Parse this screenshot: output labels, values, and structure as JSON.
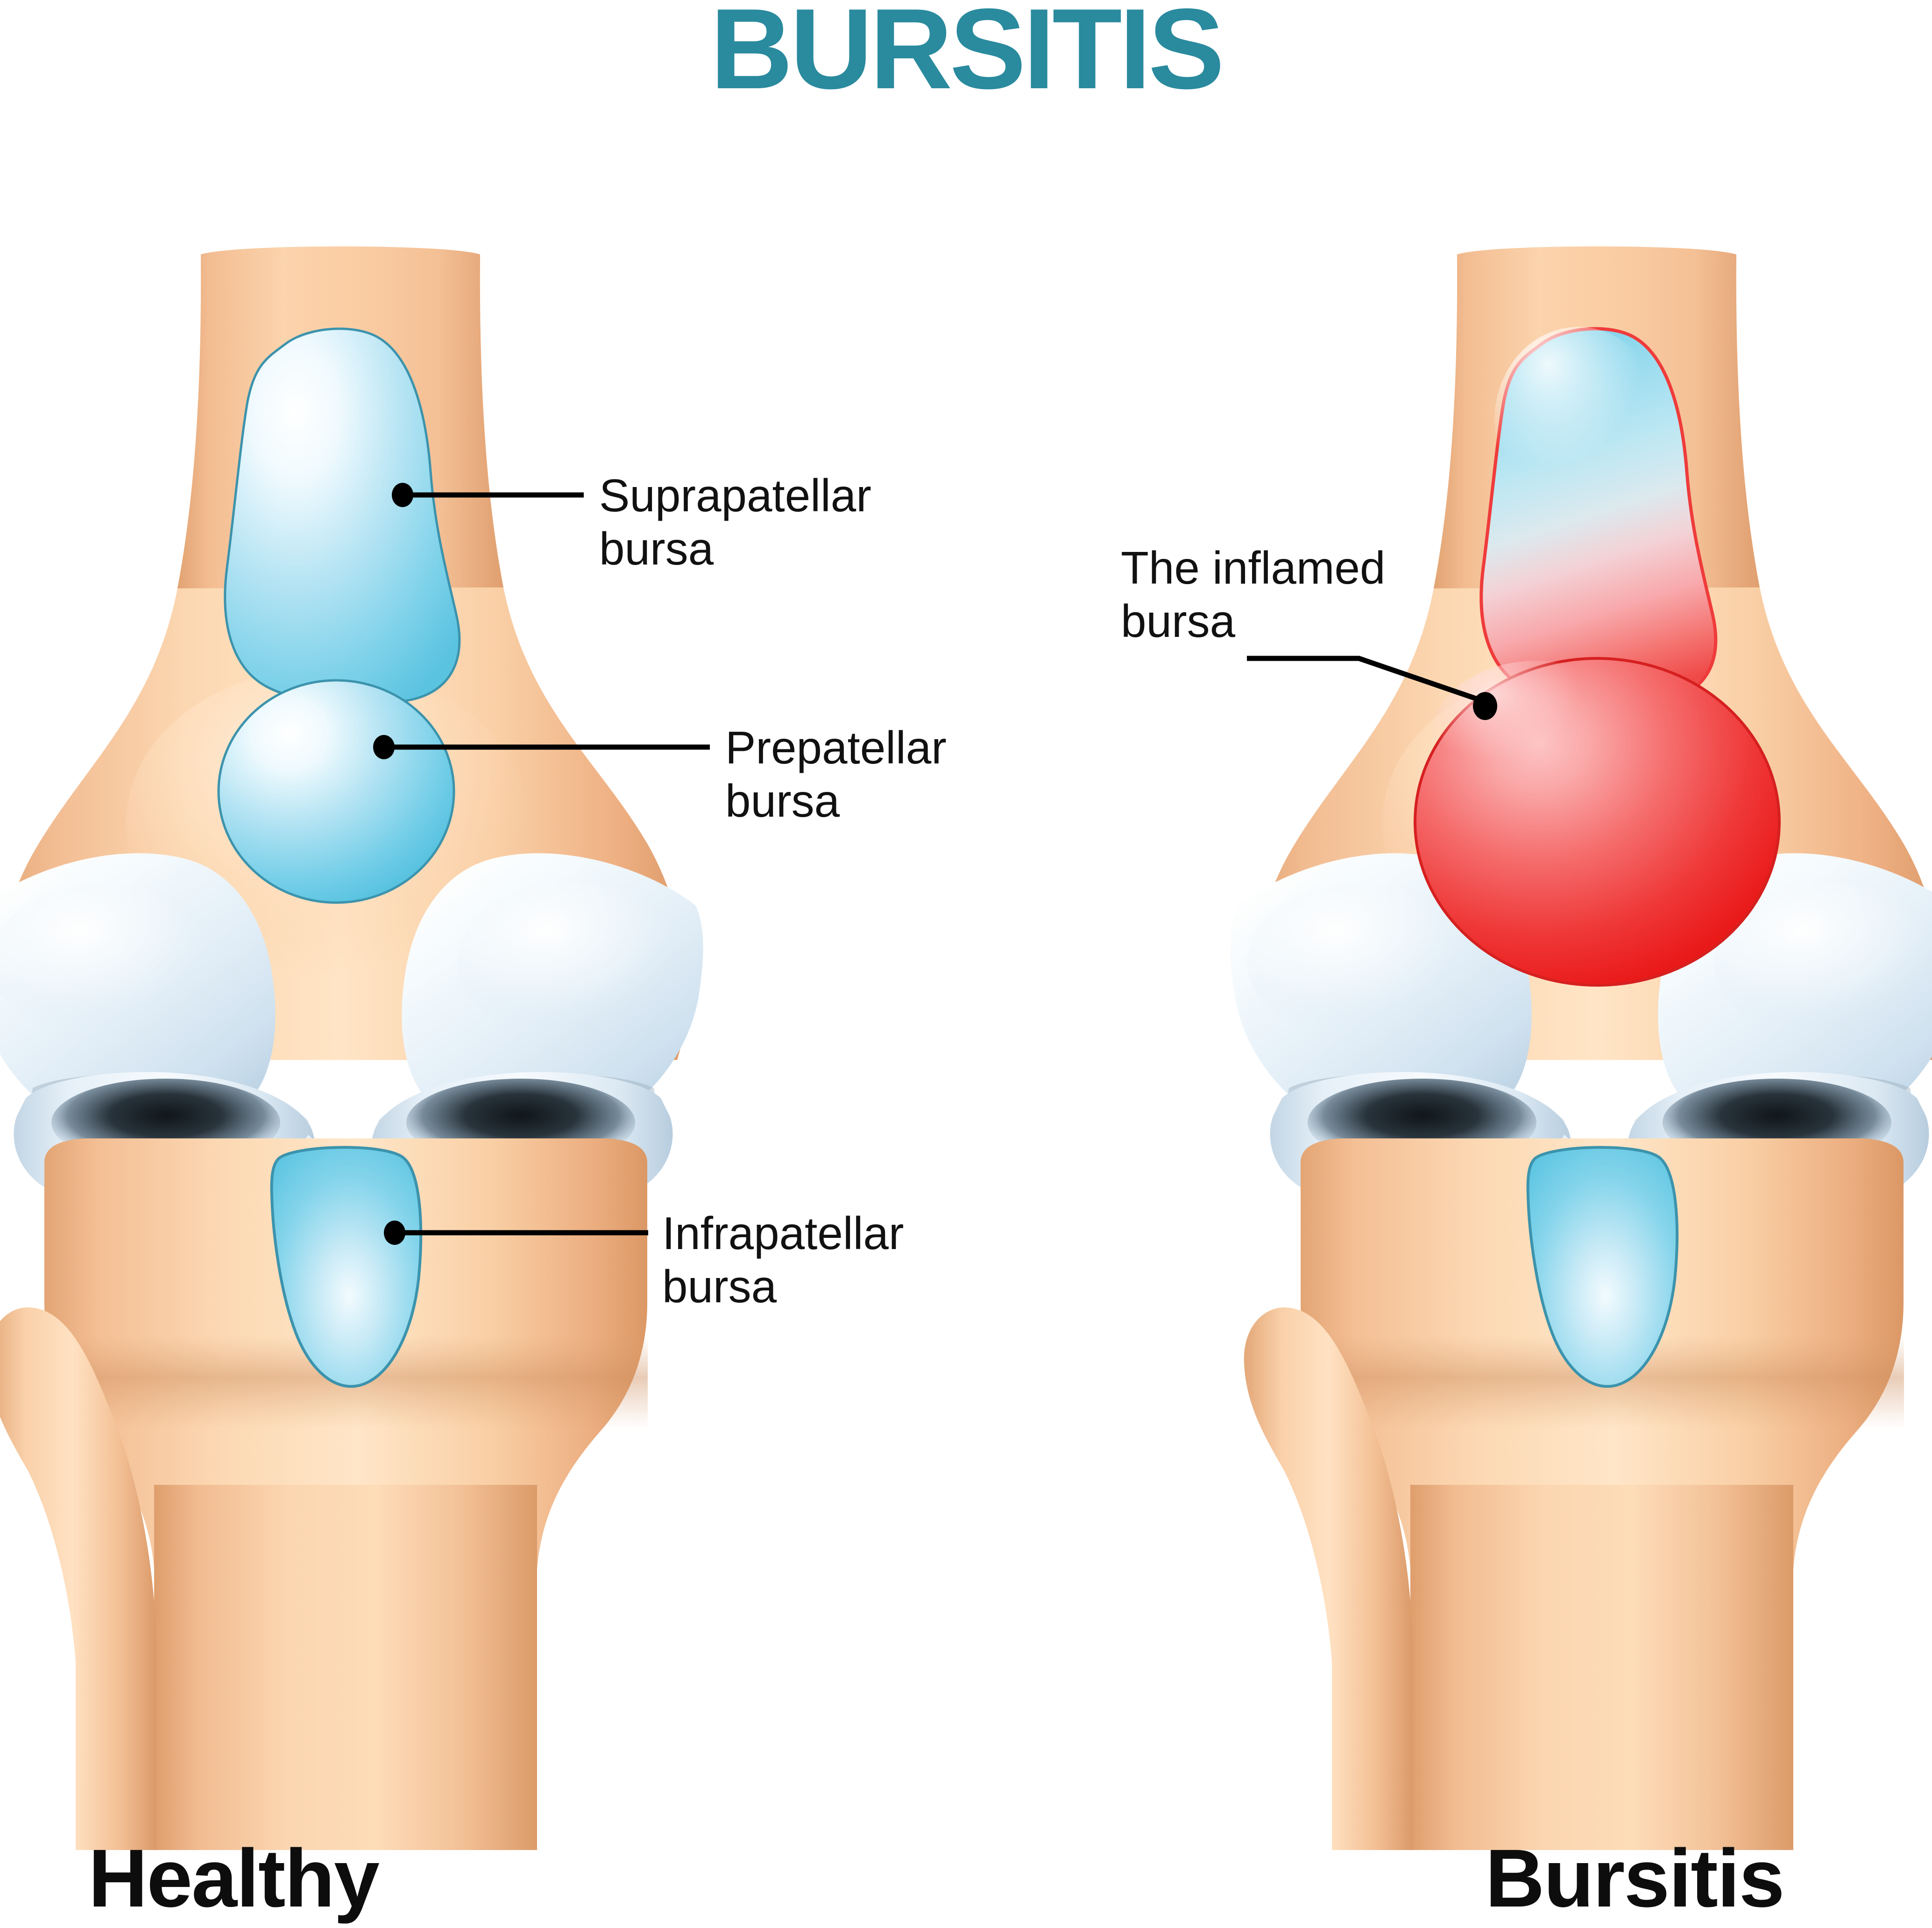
{
  "title": "BURSITIS",
  "title_color": "#2A8A9E",
  "background": "#FFFFFF",
  "labels": {
    "suprapatellar": "Suprapatellar\nbursa",
    "prepatellar": "Prepatellar\nbursa",
    "infrapatellar": "Infrapatellar\nbursa",
    "inflamed": "The inflamed\nbursa"
  },
  "captions": {
    "left": "Healthy",
    "right": "Bursitis"
  },
  "palette": {
    "bone_light": "#FFE0C2",
    "bone_mid": "#F8C69B",
    "bone_dark": "#E8A878",
    "bone_shadow": "#D99466",
    "cartilage_light": "#FFFFFF",
    "cartilage_mid": "#E4F0F8",
    "cartilage_dark": "#BBD3E4",
    "bursa_light": "#FFFFFF",
    "bursa_mid": "#AFE2F2",
    "bursa_dark": "#5FC6E2",
    "bursa_stroke": "#2E8FA8",
    "inflamed_light": "#FCB3B3",
    "inflamed_mid": "#F25B5B",
    "inflamed_dark": "#E81E1E",
    "inflamed_stroke": "#EF3B3B",
    "meniscus_shadow": "#2B3338",
    "leader_line": "#000000",
    "text": "#111111"
  },
  "diagrams": [
    {
      "name": "healthy-knee",
      "caption": "Healthy",
      "parts": [
        {
          "name": "femur",
          "state": "normal"
        },
        {
          "name": "suprapatellar-bursa",
          "state": "normal",
          "color": "blue"
        },
        {
          "name": "prepatellar-bursa",
          "state": "normal",
          "color": "blue"
        },
        {
          "name": "femoral-condyle-cartilage",
          "state": "normal"
        },
        {
          "name": "meniscus",
          "state": "normal"
        },
        {
          "name": "tibia",
          "state": "normal"
        },
        {
          "name": "fibula",
          "state": "normal"
        },
        {
          "name": "infrapatellar-bursa",
          "state": "normal",
          "color": "blue"
        }
      ]
    },
    {
      "name": "bursitis-knee",
      "caption": "Bursitis",
      "parts": [
        {
          "name": "femur",
          "state": "normal"
        },
        {
          "name": "suprapatellar-bursa",
          "state": "inflamed",
          "color": "blue-to-red"
        },
        {
          "name": "prepatellar-bursa",
          "state": "inflamed-enlarged",
          "color": "red"
        },
        {
          "name": "femoral-condyle-cartilage",
          "state": "normal"
        },
        {
          "name": "meniscus",
          "state": "normal"
        },
        {
          "name": "tibia",
          "state": "normal"
        },
        {
          "name": "fibula",
          "state": "normal"
        },
        {
          "name": "infrapatellar-bursa",
          "state": "normal",
          "color": "blue"
        }
      ]
    }
  ]
}
